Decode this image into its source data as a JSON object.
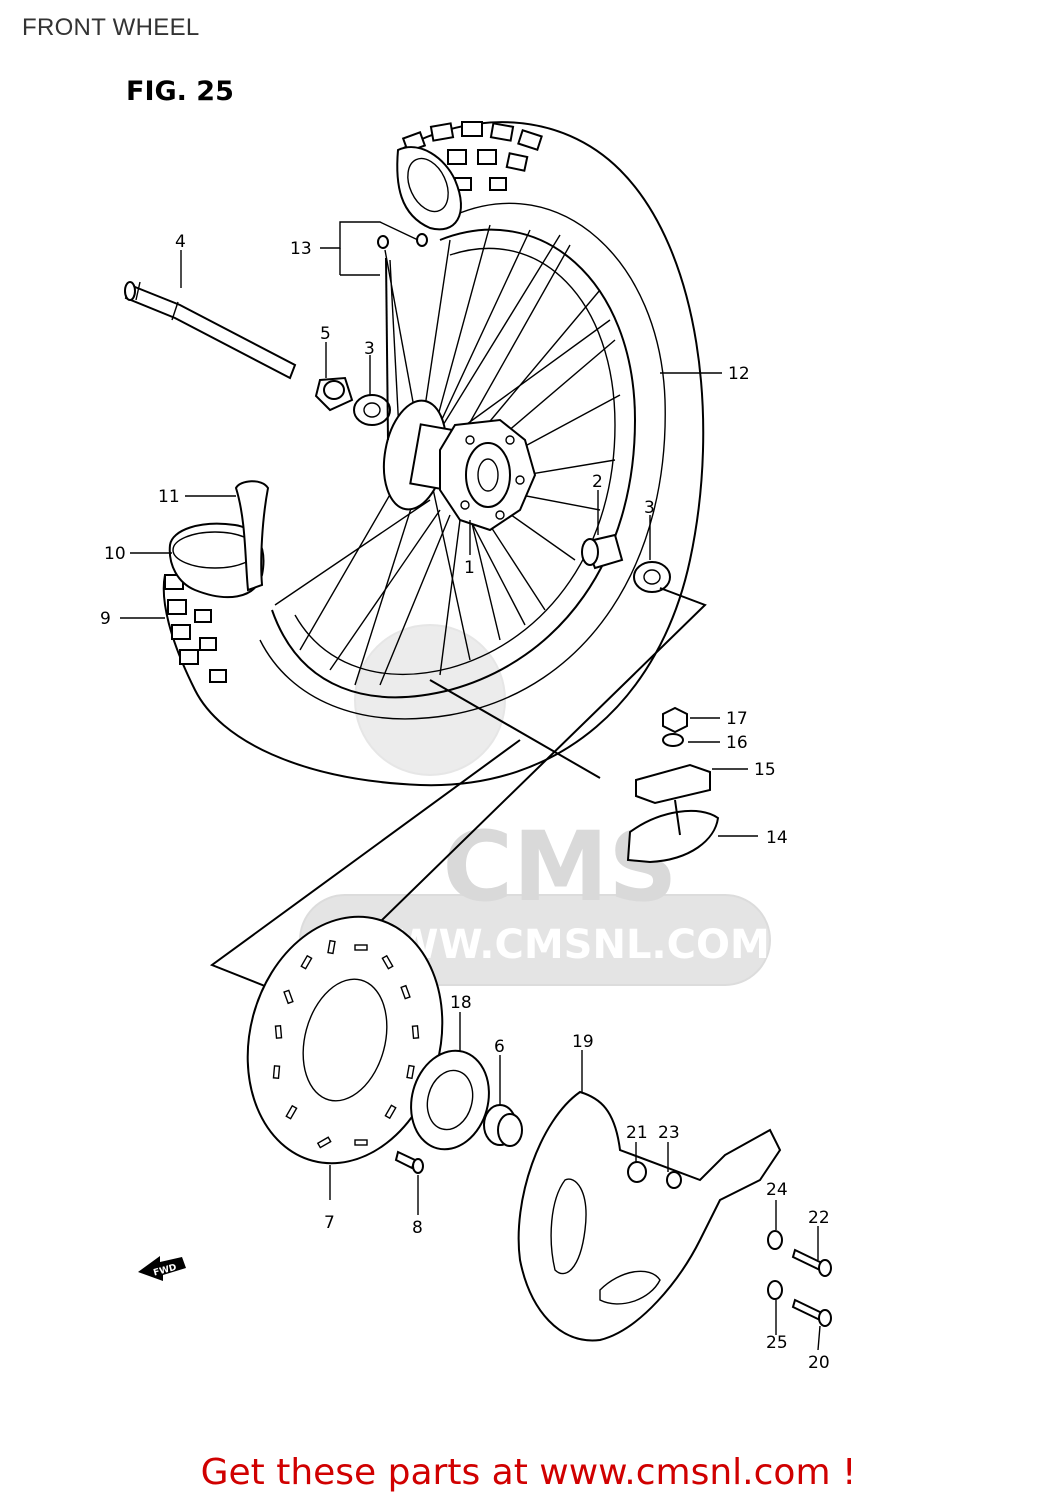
{
  "header": {
    "title": "FRONT WHEEL",
    "figure": "FIG. 25"
  },
  "watermark": {
    "logo": "CMS",
    "url": "WWW.CMSNL.COM"
  },
  "diagram": {
    "fwd_badge": "FWD",
    "callouts": [
      "1",
      "2",
      "3",
      "3",
      "4",
      "5",
      "6",
      "7",
      "8",
      "9",
      "10",
      "11",
      "12",
      "13",
      "14",
      "15",
      "16",
      "17",
      "18",
      "19",
      "20",
      "21",
      "22",
      "23",
      "24",
      "25"
    ]
  },
  "footer": {
    "cta": "Get these parts at www.cmsnl.com !",
    "color": "#d00000"
  }
}
